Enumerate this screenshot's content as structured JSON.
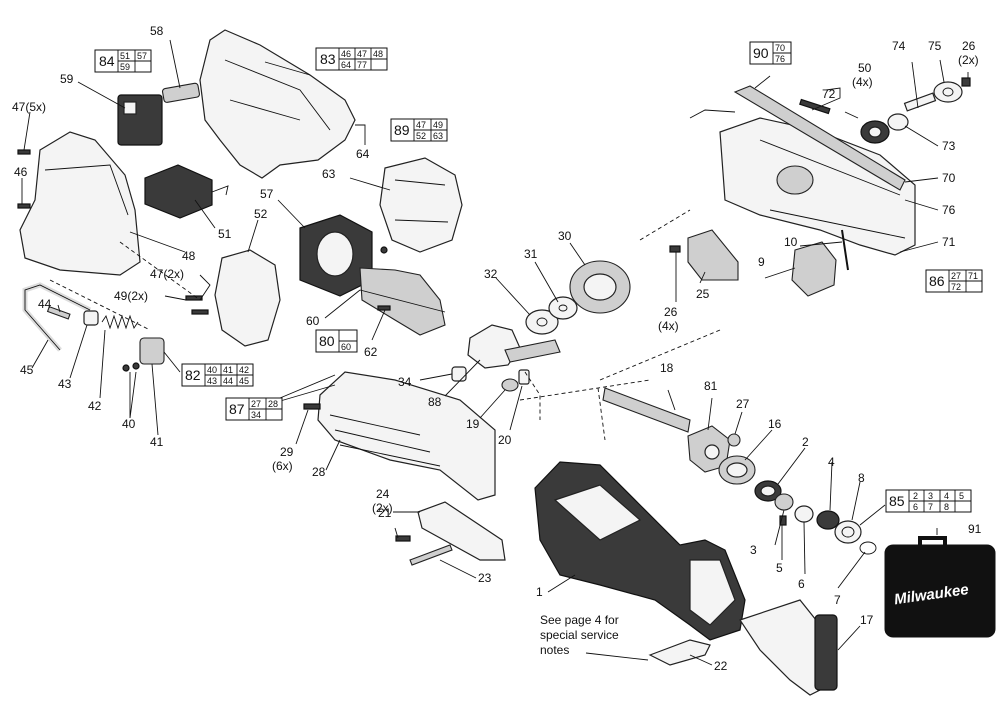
{
  "diagram": {
    "callouts": {
      "c1": "1",
      "c2": "2",
      "c3": "3",
      "c4": "4",
      "c5": "5",
      "c6": "6",
      "c7": "7",
      "c8": "8",
      "c9": "9",
      "c10": "10",
      "c16": "16",
      "c17": "17",
      "c18": "18",
      "c19": "19",
      "c20": "20",
      "c21": "21",
      "c22": "22",
      "c23": "23",
      "c24": "24",
      "c24q": "(2x)",
      "c25": "25",
      "c26a": "26",
      "c26aq": "(4x)",
      "c26b": "26",
      "c26bq": "(2x)",
      "c27": "27",
      "c28": "28",
      "c29": "29",
      "c29q": "(6x)",
      "c30": "30",
      "c31": "31",
      "c32": "32",
      "c34": "34",
      "c40": "40",
      "c41": "41",
      "c42": "42",
      "c43": "43",
      "c44": "44",
      "c45": "45",
      "c46": "46",
      "c47a": "47(5x)",
      "c47b": "47(2x)",
      "c48": "48",
      "c49": "49(2x)",
      "c50": "50",
      "c50q": "(4x)",
      "c51": "51",
      "c52": "52",
      "c57": "57",
      "c58": "58",
      "c59": "59",
      "c60": "60",
      "c62": "62",
      "c63": "63",
      "c64": "64",
      "c70": "70",
      "c71": "71",
      "c72": "72",
      "c73": "73",
      "c74": "74",
      "c75": "75",
      "c76": "76",
      "c81": "81",
      "c88": "88",
      "c91": "91"
    },
    "kits": {
      "k84": {
        "main": "84",
        "subs": [
          "51",
          "57",
          "59",
          ""
        ]
      },
      "k83": {
        "main": "83",
        "subs": [
          "46",
          "47",
          "48",
          "64",
          "77",
          ""
        ]
      },
      "k90": {
        "main": "90",
        "subs": [
          "70",
          "76"
        ]
      },
      "k89": {
        "main": "89",
        "subs": [
          "47",
          "49",
          "52",
          "63"
        ]
      },
      "k86": {
        "main": "86",
        "subs": [
          "27",
          "71",
          "72",
          ""
        ]
      },
      "k80": {
        "main": "80",
        "subs": [
          "",
          "60"
        ]
      },
      "k82": {
        "main": "82",
        "subs": [
          "40",
          "41",
          "42",
          "43",
          "44",
          "45"
        ]
      },
      "k87": {
        "main": "87",
        "subs": [
          "27",
          "28",
          "34",
          ""
        ]
      },
      "k85": {
        "main": "85",
        "subs": [
          "2",
          "3",
          "4",
          "5",
          "6",
          "7",
          "8",
          ""
        ]
      }
    },
    "note": [
      "See page 4 for",
      "special service",
      "notes"
    ],
    "case_brand": "Milwaukee"
  }
}
